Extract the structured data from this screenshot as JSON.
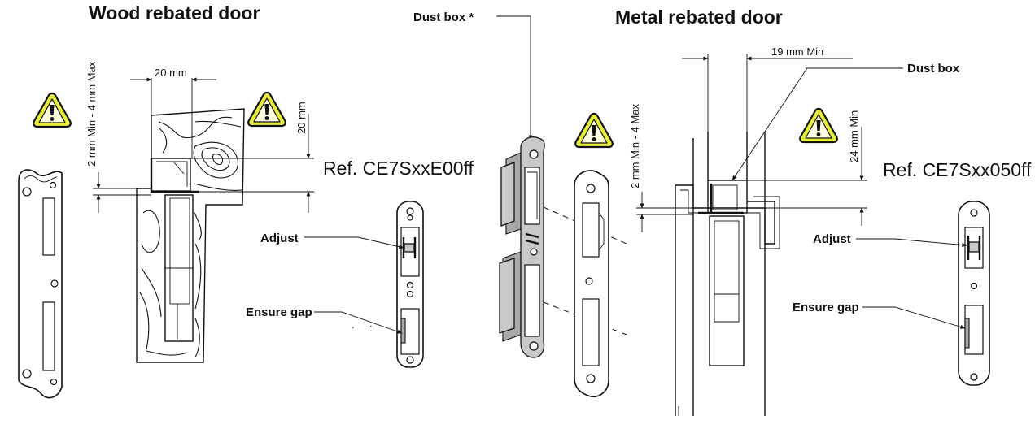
{
  "titles": {
    "wood": "Wood rebated door",
    "metal": "Metal rebated door"
  },
  "labels": {
    "dust_box_star": "Dust box *",
    "dust_box": "Dust box",
    "adjust_left": "Adjust",
    "adjust_right": "Adjust",
    "ensure_gap_left": "Ensure gap",
    "ensure_gap_right": "Ensure gap"
  },
  "refs": {
    "wood": "Ref. CE7SxxE00ff",
    "metal": "Ref. CE7Sxx050ff"
  },
  "dimensions": {
    "wood_width": "20 mm",
    "wood_depth": "20 mm",
    "wood_gap": "2 mm Min - 4 mm Max",
    "metal_width": "19 mm Min",
    "metal_depth": "24 mm Min",
    "metal_gap": "2 mm Min - 4 Max"
  },
  "icons": [
    "warning-icon",
    "warning-icon",
    "warning-icon",
    "warning-icon"
  ],
  "colors": {
    "warning_fill": "#e6ee3a",
    "grey_part": "#c9c9c9"
  }
}
